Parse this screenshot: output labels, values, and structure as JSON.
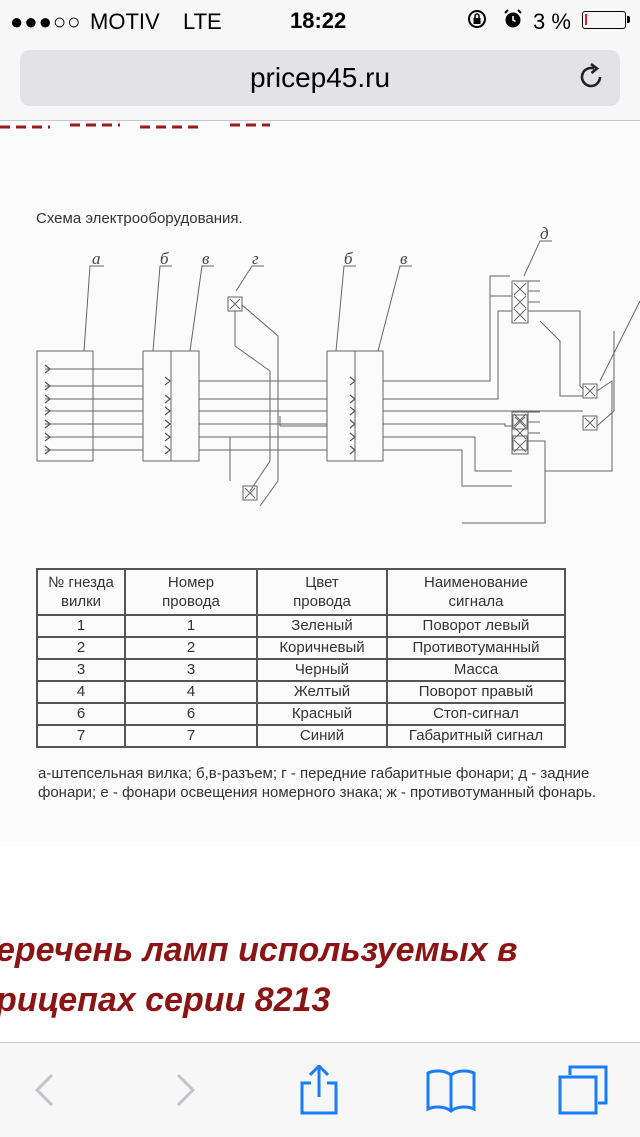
{
  "status_bar": {
    "signal": "●●●○○",
    "carrier": "MOTIV",
    "network": "LTE",
    "time": "18:22",
    "battery_percent": "3 %",
    "icons": [
      "rotation-lock-icon",
      "alarm-icon",
      "battery-icon"
    ],
    "battery_color": "#e02020"
  },
  "browser": {
    "url": "pricep45.ru",
    "toolbar": [
      "back-icon",
      "forward-icon",
      "share-icon",
      "bookmarks-icon",
      "tabs-icon"
    ],
    "accent": "#1a7cfa"
  },
  "page": {
    "caption": "Схема электрооборудования.",
    "diagram_letters": {
      "a": "а",
      "b1": "б",
      "v1": "в",
      "g": "г",
      "b2": "б",
      "v2": "в",
      "d": "д"
    },
    "table": {
      "headers": [
        "№ гнезда\nвилки",
        "Номер\nпровода",
        "Цвет\nпровода",
        "Наименование\nсигнала"
      ],
      "rows": [
        [
          "1",
          "1",
          "Зеленый",
          "Поворот левый"
        ],
        [
          "2",
          "2",
          "Коричневый",
          "Противотуманный"
        ],
        [
          "3",
          "3",
          "Черный",
          "Масса"
        ],
        [
          "4",
          "4",
          "Желтый",
          "Поворот правый"
        ],
        [
          "6",
          "6",
          "Красный",
          "Стоп-сигнал"
        ],
        [
          "7",
          "7",
          "Синий",
          "Габаритный сигнал"
        ]
      ]
    },
    "legend": "а-штепсельная вилка; б,в-разъем; г - передние габаритные фонари; д - задние фонари; е - фонари освещения номерного знака; ж - противотуманный фонарь.",
    "heading_line1": "еречень ламп используемых в",
    "heading_line2": "рицепах серии 8213",
    "heading_color": "#8b1414"
  }
}
